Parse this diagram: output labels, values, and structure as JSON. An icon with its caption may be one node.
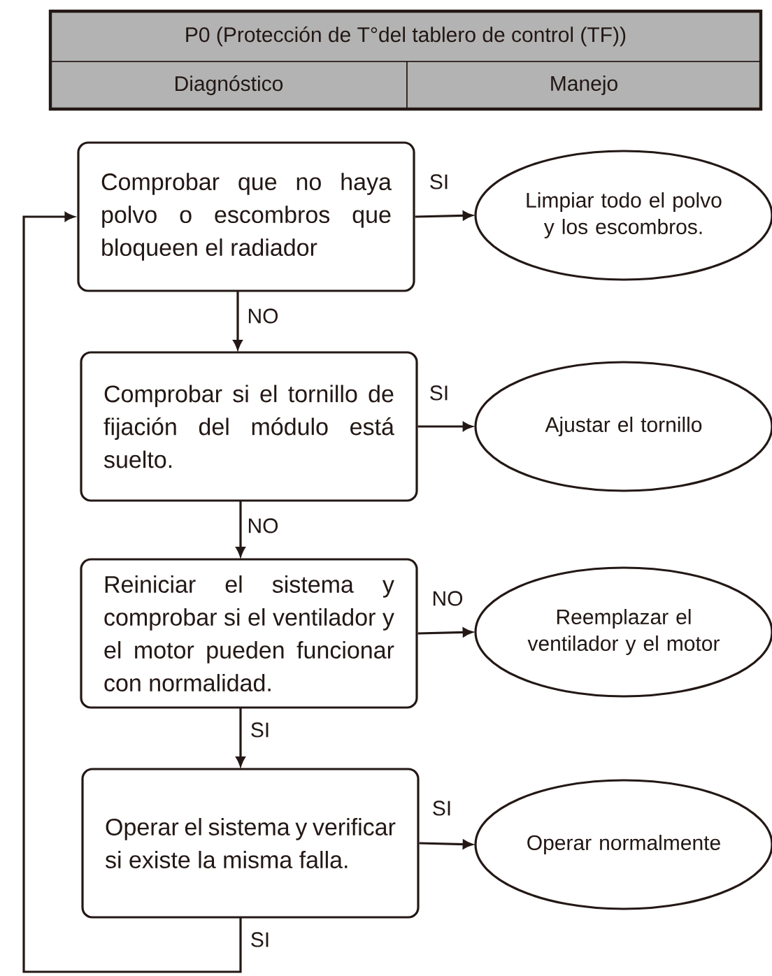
{
  "diagram": {
    "nodes": [
      {
        "text": [
          "Comprobar que no haya polvo o escombros que bloqueen el radiador"
        ]
      },
      {
        "text": [
          "Limpiar todo el polvo y los escombros."
        ]
      },
      {
        "text": [
          "Comprobar si el tornillo de fijación del módulo está suelto."
        ]
      },
      {
        "text": [
          "Ajustar el tornillo"
        ]
      },
      {
        "text": [
          "Reiniciar el sistema y comprobar si el ventilador y el motor pueden funcionar con normalidad."
        ]
      },
      {
        "text": [
          "Reemplazar el ventilador y el motor"
        ]
      },
      {
        "text": [
          "Operar el sistema y verificar si existe la misma falla."
        ]
      },
      {
        "text": [
          "Operar normalmente"
        ]
      }
    ],
    "edges": [
      {
        "from": 0,
        "to": 1,
        "arrow": "to",
        "label": "SI"
      },
      {
        "from": 0,
        "to": 2,
        "arrow": "to",
        "label": "NO"
      },
      {
        "from": 2,
        "to": 3,
        "arrow": "to",
        "label": "SI"
      },
      {
        "from": 2,
        "to": 4,
        "arrow": "to",
        "label": "NO"
      },
      {
        "from": 4,
        "to": 5,
        "arrow": "to",
        "label": "NO"
      },
      {
        "from": 4,
        "to": 6,
        "arrow": "to",
        "label": "SI"
      },
      {
        "from": 6,
        "to": 7,
        "arrow": "to",
        "label": "SI"
      },
      {
        "from": 6,
        "to": 0,
        "arrow": "to",
        "label": "SI"
      }
    ],
    "labels": [
      "P0 (Protección de T°del tablero de control (TF))",
      "Diagnóstico",
      "Manejo"
    ]
  }
}
